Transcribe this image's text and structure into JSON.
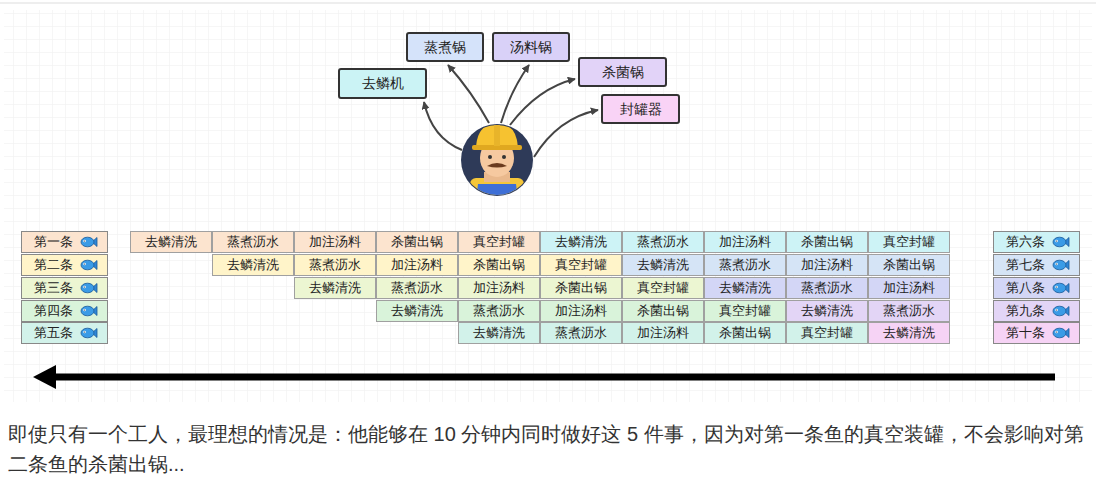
{
  "diagram": {
    "caption": "即使只有一个工人，最理想的情况是：他能够在 10 分钟内同时做好这 5 件事，因为对第一条鱼的真空装罐，不会影响对第二条鱼的杀菌出锅...",
    "nodes": [
      {
        "text": [
          "去鳞机"
        ]
      },
      {
        "text": [
          "蒸煮锅"
        ]
      },
      {
        "text": [
          "汤料锅"
        ]
      },
      {
        "text": [
          "杀菌锅"
        ]
      },
      {
        "text": [
          "封罐器"
        ]
      },
      {
        "text": [
          "第一条"
        ]
      },
      {
        "text": [
          "去鳞清洗"
        ]
      },
      {
        "text": [
          "蒸煮沥水"
        ]
      },
      {
        "text": [
          "加注汤料"
        ]
      },
      {
        "text": [
          "杀菌出锅"
        ]
      },
      {
        "text": [
          "真空封罐"
        ]
      },
      {
        "text": [
          "去鳞清洗"
        ]
      },
      {
        "text": [
          "蒸煮沥水"
        ]
      },
      {
        "text": [
          "加注汤料"
        ]
      },
      {
        "text": [
          "杀菌出锅"
        ]
      },
      {
        "text": [
          "真空封罐"
        ]
      },
      {
        "text": [
          "第六条"
        ]
      },
      {
        "text": [
          "第二条"
        ]
      },
      {
        "text": [
          "去鳞清洗"
        ]
      },
      {
        "text": [
          "蒸煮沥水"
        ]
      },
      {
        "text": [
          "加注汤料"
        ]
      },
      {
        "text": [
          "杀菌出锅"
        ]
      },
      {
        "text": [
          "真空封罐"
        ]
      },
      {
        "text": [
          "去鳞清洗"
        ]
      },
      {
        "text": [
          "蒸煮沥水"
        ]
      },
      {
        "text": [
          "加注汤料"
        ]
      },
      {
        "text": [
          "杀菌出锅"
        ]
      },
      {
        "text": [
          "第七条"
        ]
      },
      {
        "text": [
          "第三条"
        ]
      },
      {
        "text": [
          "去鳞清洗"
        ]
      },
      {
        "text": [
          "蒸煮沥水"
        ]
      },
      {
        "text": [
          "加注汤料"
        ]
      },
      {
        "text": [
          "杀菌出锅"
        ]
      },
      {
        "text": [
          "真空封罐"
        ]
      },
      {
        "text": [
          "去鳞清洗"
        ]
      },
      {
        "text": [
          "蒸煮沥水"
        ]
      },
      {
        "text": [
          "加注汤料"
        ]
      },
      {
        "text": [
          "第八条"
        ]
      },
      {
        "text": [
          "第四条"
        ]
      },
      {
        "text": [
          "去鳞清洗"
        ]
      },
      {
        "text": [
          "蒸煮沥水"
        ]
      },
      {
        "text": [
          "加注汤料"
        ]
      },
      {
        "text": [
          "杀菌出锅"
        ]
      },
      {
        "text": [
          "真空封罐"
        ]
      },
      {
        "text": [
          "去鳞清洗"
        ]
      },
      {
        "text": [
          "蒸煮沥水"
        ]
      },
      {
        "text": [
          "第九条"
        ]
      },
      {
        "text": [
          "第五条"
        ]
      },
      {
        "text": [
          "去鳞清洗"
        ]
      },
      {
        "text": [
          "蒸煮沥水"
        ]
      },
      {
        "text": [
          "加注汤料"
        ]
      },
      {
        "text": [
          "杀菌出锅"
        ]
      },
      {
        "text": [
          "真空封罐"
        ]
      },
      {
        "text": [
          "去鳞清洗"
        ]
      },
      {
        "text": [
          "第十条"
        ]
      }
    ]
  }
}
